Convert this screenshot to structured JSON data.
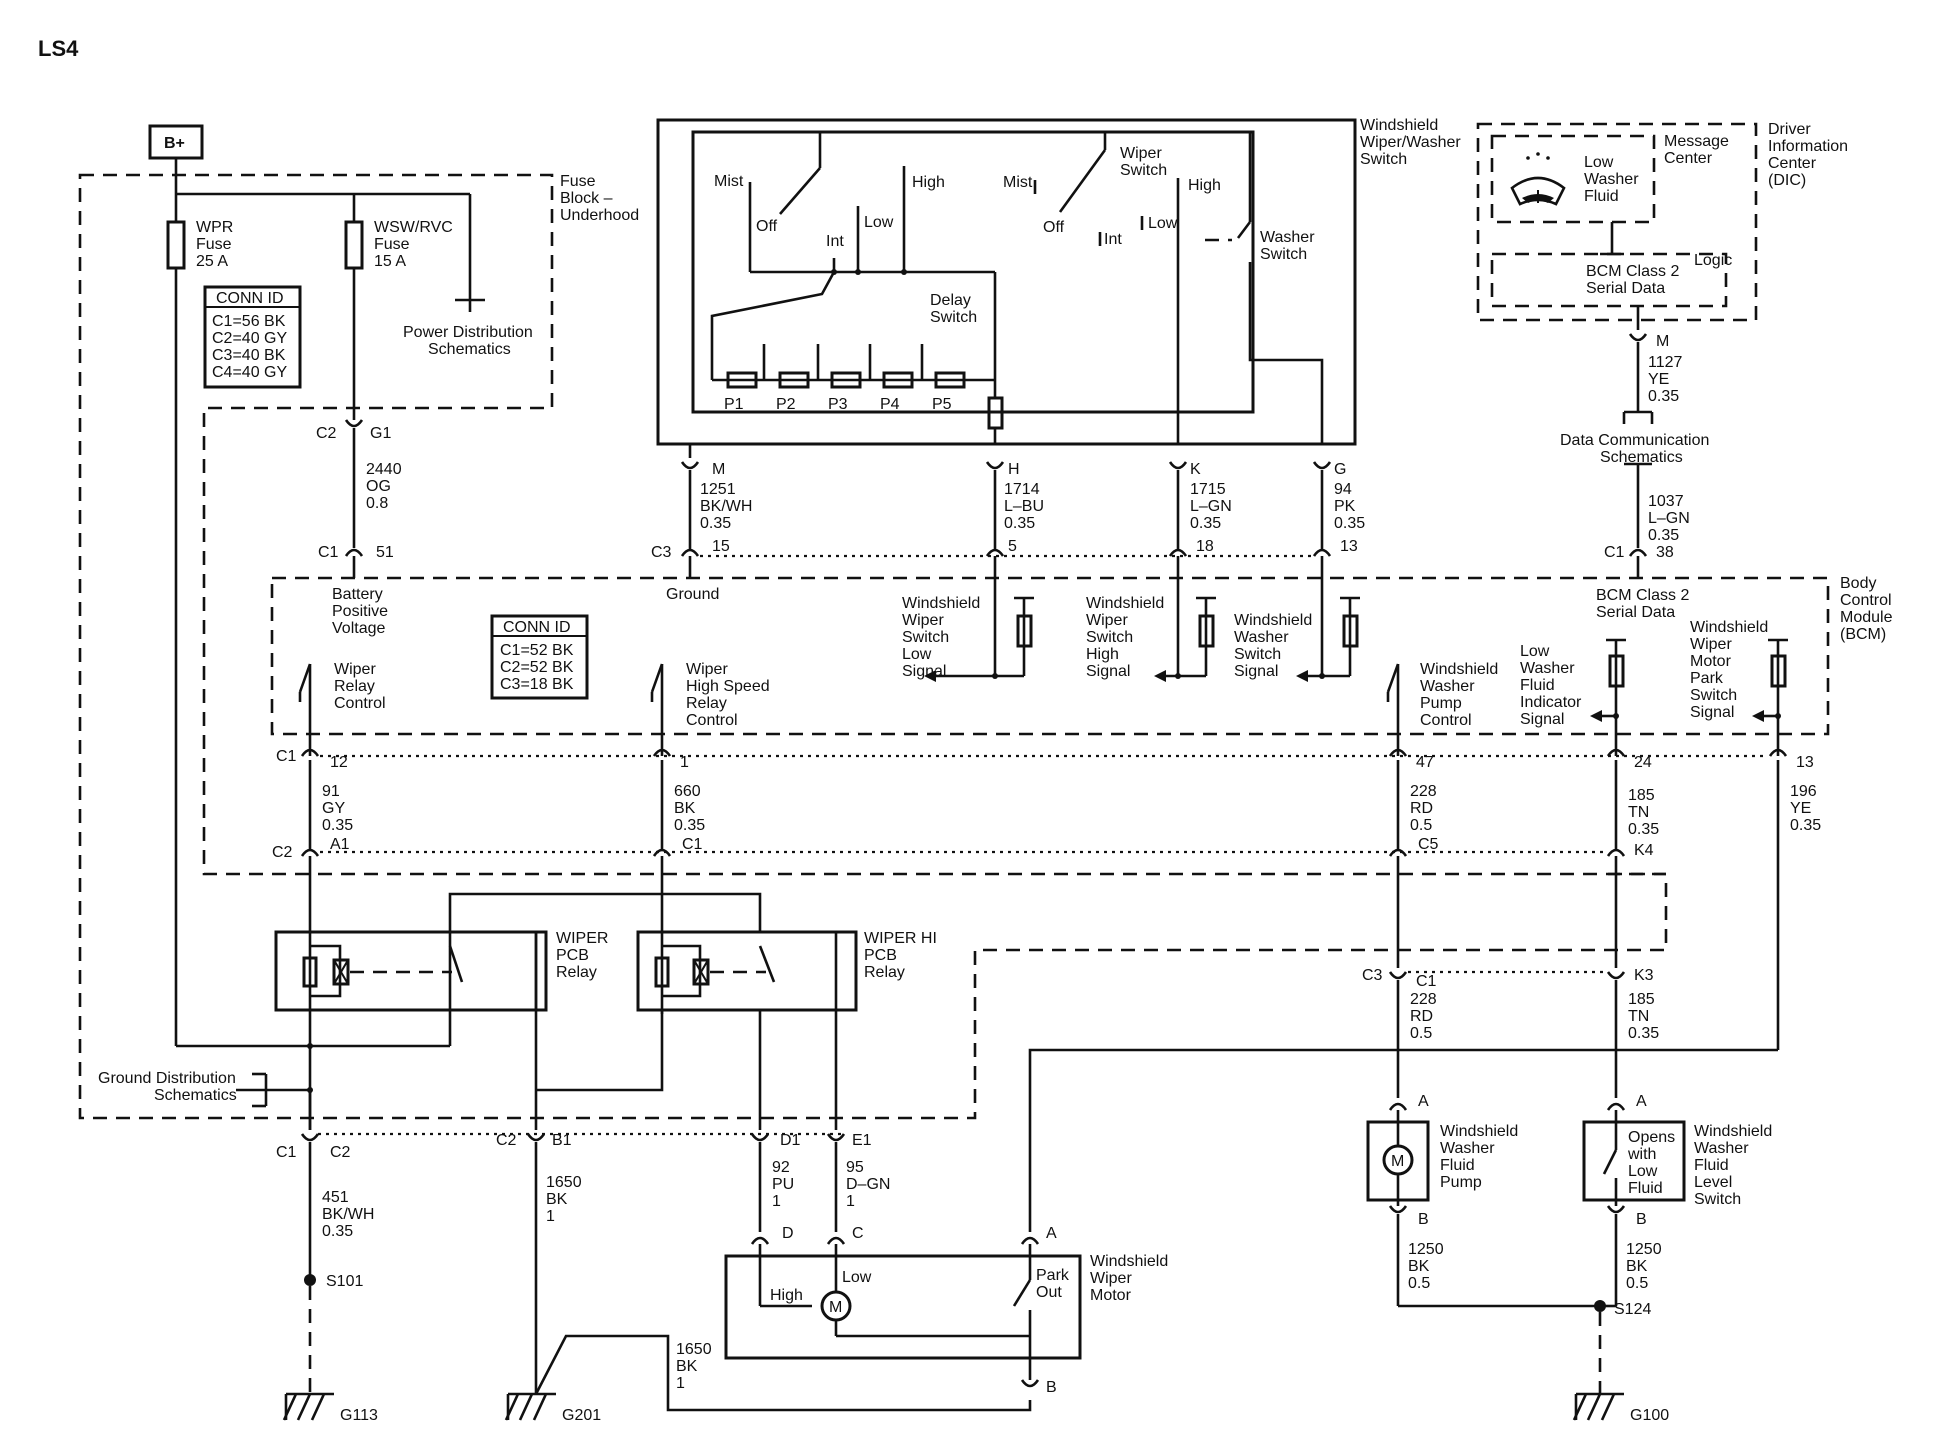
{
  "diagram": {
    "title": "LS4",
    "battery": "B+",
    "fuse_block": {
      "title_lines": [
        "Fuse",
        "Block –",
        "Underhood"
      ],
      "fuse1": [
        "WPR",
        "Fuse",
        "25 A"
      ],
      "fuse2": [
        "WSW/RVC",
        "Fuse",
        "15 A"
      ],
      "power_dist": [
        "Power Distribution",
        "Schematics"
      ],
      "conn_id_title": "CONN ID",
      "conn_id": [
        "C1=56 BK",
        "C2=40 GY",
        "C3=40 BK",
        "C4=40 GY"
      ]
    },
    "switch": {
      "title_lines": [
        "Windshield",
        "Wiper/Washer",
        "Switch"
      ],
      "mist": "Mist",
      "off": "Off",
      "int": "Int",
      "low": "Low",
      "high": "High",
      "wiper_switch": [
        "Wiper",
        "Switch"
      ],
      "mist2": "Mist",
      "off2": "Off",
      "int2": "Int",
      "low2": "Low",
      "high2": "High",
      "washer_switch": [
        "Washer",
        "Switch"
      ],
      "delay_switch": [
        "Delay",
        "Switch"
      ],
      "positions": [
        "P1",
        "P2",
        "P3",
        "P4",
        "P5"
      ]
    },
    "dic": {
      "title_lines": [
        "Driver",
        "Information",
        "Center",
        "(DIC)"
      ],
      "message_center": [
        "Message",
        "Center"
      ],
      "low_washer_fluid": [
        "Low",
        "Washer",
        "Fluid"
      ],
      "logic": "Logic",
      "bcm_serial": [
        "BCM Class 2",
        "Serial Data"
      ]
    },
    "data_comm": [
      "Data Communication",
      "Schematics"
    ],
    "wires_top": [
      {
        "pin": "M",
        "circuit": "1251",
        "color": "BK/WH",
        "size": "0.35",
        "bcm_pin": "15"
      },
      {
        "pin": "H",
        "circuit": "1714",
        "color": "L–BU",
        "size": "0.35",
        "bcm_pin": "5"
      },
      {
        "pin": "K",
        "circuit": "1715",
        "color": "L–GN",
        "size": "0.35",
        "bcm_pin": "18"
      },
      {
        "pin": "G",
        "circuit": "94",
        "color": "PK",
        "size": "0.35",
        "bcm_pin": "13"
      }
    ],
    "dic_wire": {
      "pin": "M",
      "circuit": "1127",
      "color": "YE",
      "size": "0.35"
    },
    "bcm_serial_wire": {
      "circuit": "1037",
      "color": "L–GN",
      "size": "0.35",
      "conn": "C1",
      "pin": "38"
    },
    "fuse_wire": {
      "conn": "C2",
      "pin": "G1",
      "circuit": "2440",
      "color": "OG",
      "size": "0.8",
      "bcm_conn": "C1",
      "bcm_pin": "51"
    },
    "bcm": {
      "title_lines": [
        "Body",
        "Control",
        "Module",
        "(BCM)"
      ],
      "conn_id_title": "CONN ID",
      "conn_id": [
        "C1=52 BK",
        "C2=52 BK",
        "C3=18 BK"
      ],
      "battery_positive": [
        "Battery",
        "Positive",
        "Voltage"
      ],
      "ground": "Ground",
      "ground_conn": "C3",
      "wiper_relay_control": [
        "Wiper",
        "Relay",
        "Control"
      ],
      "wiper_hs_relay": [
        "Wiper",
        "High Speed",
        "Relay",
        "Control"
      ],
      "ws_low": [
        "Windshield",
        "Wiper",
        "Switch",
        "Low",
        "Signal"
      ],
      "ws_high": [
        "Windshield",
        "Wiper",
        "Switch",
        "High",
        "Signal"
      ],
      "ws_washer": [
        "Windshield",
        "Washer",
        "Switch",
        "Signal"
      ],
      "bcm_class2": [
        "BCM Class 2",
        "Serial Data"
      ],
      "washer_pump_control": [
        "Windshield",
        "Washer",
        "Pump",
        "Control"
      ],
      "low_washer_indicator": [
        "Low",
        "Washer",
        "Fluid",
        "Indicator",
        "Signal"
      ],
      "park_switch": [
        "Windshield",
        "Wiper",
        "Motor",
        "Park",
        "Switch",
        "Signal"
      ]
    },
    "wires_mid": [
      {
        "conn": "C1",
        "pin": "12",
        "circuit": "91",
        "color": "GY",
        "size": "0.35",
        "c2": "C2",
        "c2pin": "A1"
      },
      {
        "pin": "1",
        "circuit": "660",
        "color": "BK",
        "size": "0.35",
        "c2pin": "C1"
      },
      {
        "pin": "47",
        "circuit": "228",
        "color": "RD",
        "size": "0.5",
        "c2pin": "C5"
      },
      {
        "pin": "24",
        "circuit": "185",
        "color": "TN",
        "size": "0.35",
        "c2pin": "K4"
      },
      {
        "pin": "13",
        "circuit": "196",
        "color": "YE",
        "size": "0.35"
      }
    ],
    "relays": {
      "wiper": [
        "WIPER",
        "PCB",
        "Relay"
      ],
      "wiper_hi": [
        "WIPER HI",
        "PCB",
        "Relay"
      ]
    },
    "ground_dist": [
      "Ground Distribution",
      "Schematics"
    ],
    "c3_wires": [
      {
        "conn": "C3",
        "pin": "C1",
        "circuit": "228",
        "color": "RD",
        "size": "0.5"
      },
      {
        "pin": "K3",
        "circuit": "185",
        "color": "TN",
        "size": "0.35"
      }
    ],
    "bottom_wires": [
      {
        "conn": "C1",
        "conn2": "C2",
        "circuit": "451",
        "color": "BK/WH",
        "size": "0.35",
        "splice": "S101",
        "ground": "G113"
      },
      {
        "conn": "C2",
        "pin": "B1",
        "circuit": "1650",
        "color": "BK",
        "size": "1",
        "ground": "G201"
      },
      {
        "pin": "D1",
        "circuit": "92",
        "color": "PU",
        "size": "1",
        "motor_pin": "D"
      },
      {
        "pin": "E1",
        "circuit": "95",
        "color": "D–GN",
        "size": "1",
        "motor_pin": "C"
      }
    ],
    "motor": {
      "title": [
        "Windshield",
        "Wiper",
        "Motor"
      ],
      "high": "High",
      "low": "Low",
      "m": "M",
      "park_out": [
        "Park",
        "Out"
      ],
      "pin_a": "A",
      "pin_b": "B",
      "gnd_wire": {
        "circuit": "1650",
        "color": "BK",
        "size": "1"
      }
    },
    "pump": {
      "title": [
        "Windshield",
        "Washer",
        "Fluid",
        "Pump"
      ],
      "m": "M",
      "pin_a": "A",
      "pin_b": "B",
      "wire": {
        "circuit": "1250",
        "color": "BK",
        "size": "0.5"
      }
    },
    "level_switch": {
      "title": [
        "Windshield",
        "Washer",
        "Fluid",
        "Level",
        "Switch"
      ],
      "inner": [
        "Opens",
        "with",
        "Low",
        "Fluid"
      ],
      "pin_a": "A",
      "pin_b": "B",
      "wire": {
        "circuit": "1250",
        "color": "BK",
        "size": "0.5"
      },
      "splice": "S124",
      "ground": "G100"
    }
  }
}
